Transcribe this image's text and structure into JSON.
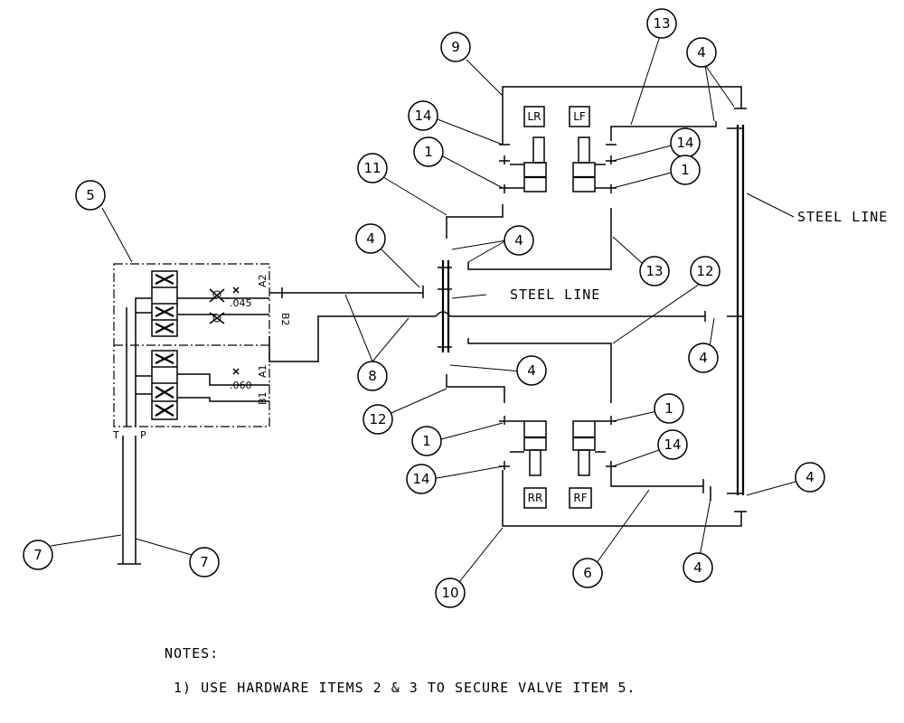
{
  "callouts": {
    "c1": "1",
    "c4": "4",
    "c5": "5",
    "c6": "6",
    "c7": "7",
    "c8": "8",
    "c9": "9",
    "c10": "10",
    "c11": "11",
    "c12": "12",
    "c13": "13",
    "c14": "14"
  },
  "labels": {
    "steel_line": "STEEL LINE",
    "lr": "LR",
    "lf": "LF",
    "rr": "RR",
    "rf": "RF",
    "a1": "A1",
    "a2": "A2",
    "b1": "B1",
    "b2": "B2",
    "orifice_045": ".045",
    "orifice_060": ".060",
    "tank": "T",
    "pressure": "P"
  },
  "notes": {
    "heading": "NOTES:",
    "items": [
      "1) USE HARDWARE ITEMS 2 & 3 TO SECURE VALVE ITEM 5."
    ]
  }
}
